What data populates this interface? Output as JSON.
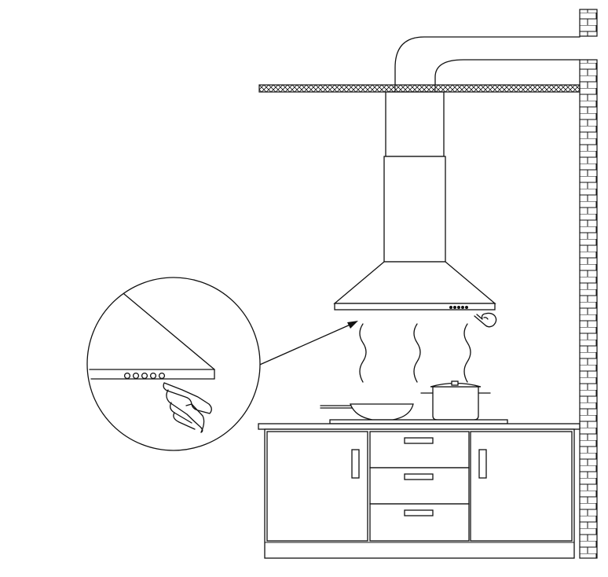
{
  "figure": {
    "kind": "installation-diagram",
    "subject": "chimney-cooker-hood-above-kitchen-cabinet",
    "colors": {
      "line": "#111111",
      "background": "#ffffff"
    },
    "hood_buttons": 5,
    "steam_plumes": 3,
    "drawers": 3,
    "cabinet_doors": 2,
    "icons": [
      "finger-press-icon",
      "hand-press-icon"
    ]
  }
}
